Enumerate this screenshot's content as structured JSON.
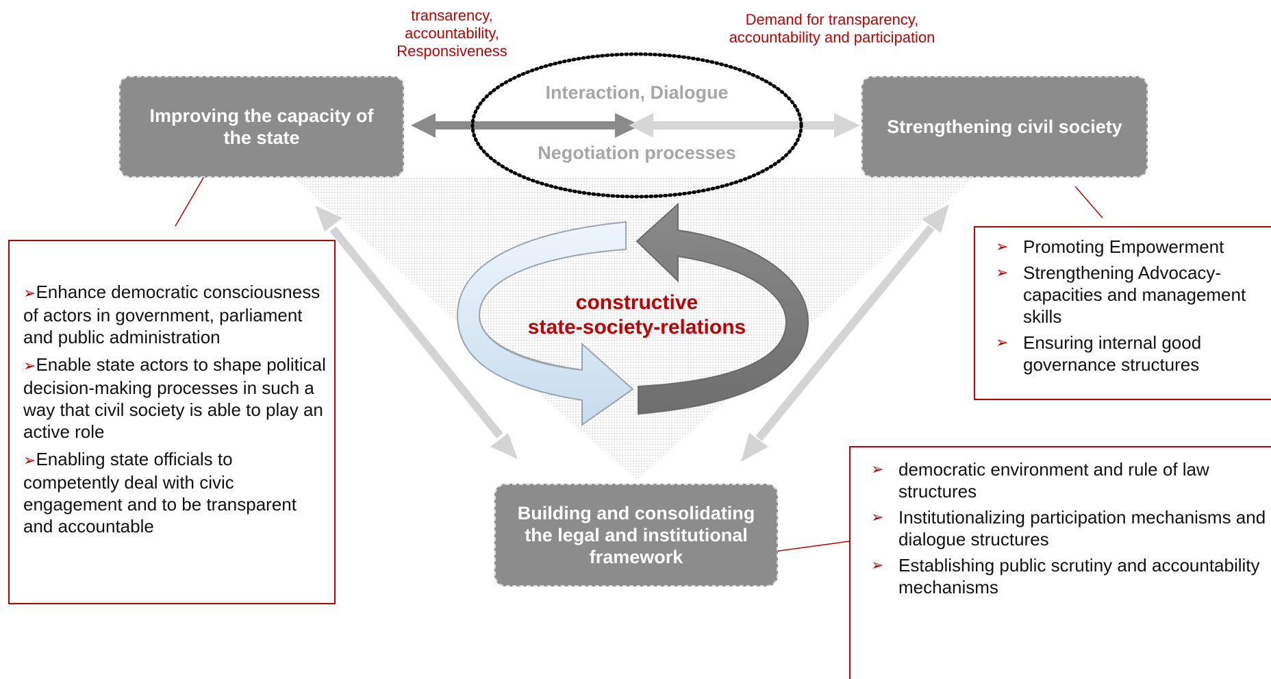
{
  "boxes": {
    "state": "Improving the capacity of the state",
    "civil": "Strengthening civil society",
    "legal": "Building and consolidating the legal and institutional framework"
  },
  "top_labels": {
    "left": "transarency, accountability, Responsiveness",
    "right": "Demand for transparency, accountability and participation"
  },
  "ellipse": {
    "top": "Interaction, Dialogue",
    "bottom": "Negotiation processes"
  },
  "center": {
    "line1": "constructive",
    "line2": "state-society-relations"
  },
  "bullet_glyph": "➢",
  "left_panel": {
    "items": [
      "Enhance democratic consciousness of actors in government, parliament and public administration",
      "Enable state actors to shape political decision-making processes in such a way that civil society is able to play an active role",
      "Enabling state officials to competently deal with civic engagement and to be transparent and accountable"
    ]
  },
  "right_panel": {
    "items": [
      "Promoting Empowerment",
      "Strengthening Advocacy-capacities and management skills",
      "Ensuring internal good governance structures"
    ]
  },
  "bottom_panel": {
    "items": [
      "democratic environment and rule of law structures",
      "Institutionalizing participation mechanisms and dialogue structures",
      "Establishing public scrutiny and accountability mechanisms"
    ]
  },
  "colors": {
    "box_fill": "#8c8c8c",
    "accent_red": "#c00000",
    "arrow_dark": "#8a8a8a",
    "arrow_light": "#d4d4d4"
  }
}
